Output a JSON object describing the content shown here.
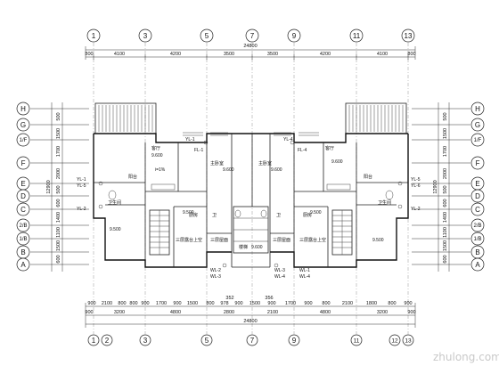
{
  "top_axes": [
    "1",
    "3",
    "5",
    "7",
    "9",
    "11",
    "13"
  ],
  "bottom_axes": [
    "1",
    "2",
    "3",
    "5",
    "7",
    "9",
    "11",
    "12",
    "13"
  ],
  "left_axes": [
    "H",
    "G",
    "1/F",
    "F",
    "E",
    "D",
    "C",
    "2/B",
    "1/B",
    "B",
    "A"
  ],
  "right_axes": [
    "H",
    "G",
    "1/F",
    "F",
    "E",
    "D",
    "C",
    "2/B",
    "1/B",
    "B",
    "A"
  ],
  "top_total": "24800",
  "top_segments": [
    "800",
    "4100",
    "4200",
    "3500",
    "3500",
    "4200",
    "4100",
    "800"
  ],
  "bottom_total": "24800",
  "bottom_row1": [
    "900",
    "2100",
    "800",
    "800",
    "900",
    "1700",
    "900",
    "1500",
    "800",
    "978",
    "900",
    "1500",
    "900",
    "1700",
    "900",
    "800",
    "2100",
    "1800",
    "800",
    "900"
  ],
  "bottom_row2": [
    "900",
    "3200",
    "4800",
    "2800",
    "2100",
    "4800",
    "3200",
    "900"
  ],
  "bottom_small_left": "352",
  "bottom_small_right": "356",
  "left_dims": [
    "500",
    "1500",
    "1700",
    "2000",
    "500",
    "600",
    "1400",
    "1100",
    "1500",
    "600"
  ],
  "right_dims": [
    "500",
    "1500",
    "1700",
    "2000",
    "500",
    "600",
    "1400",
    "1100",
    "1500",
    "600"
  ],
  "left_total": "12900",
  "right_total": "12900",
  "rooms": {
    "left_bedroom_label": "客厅",
    "left_bedroom_height": "9.600",
    "left_slope": "i=1%",
    "master_left_label": "主卧室",
    "master_left_height": "9.600",
    "master_right_label": "主卧室",
    "master_right_height": "9.600",
    "right_bedroom_label": "客厅",
    "right_bedroom_height": "9.600",
    "balcony_left": "阳台",
    "balcony_right": "阳台",
    "kitchen_left": "厨房",
    "kitchen_right": "厨房",
    "bath_left": "卫生间",
    "bath_right": "卫生间",
    "bath_left_height": "9.500",
    "bath_right_height": "9.500",
    "terrace_left": "三层露台上空",
    "terrace_right": "三层露台上空",
    "level_left_lower": "9.500",
    "level_right_lower": "9.500",
    "stair_left": "三层屋面",
    "stair_right": "三层屋面",
    "center_label": "楼梯",
    "center_height": "9.600",
    "wash_left": "卫",
    "wash_right": "卫"
  },
  "pipe_tags": {
    "tl1": "YL-1",
    "tl2": "FL-1",
    "tr1": "YL-4",
    "tr2": "FL-4",
    "left_a": "YL-1",
    "left_b": "YL-5",
    "left_c": "YL-2",
    "right_a": "YL-5",
    "right_b": "YL-6",
    "right_c": "YL-2",
    "bottom_l1": "WL-2",
    "bottom_l2": "WL-3",
    "bottom_r1": "WL-3",
    "bottom_r2": "WL-4",
    "bottom_c1": "WL-1",
    "bottom_c2": "WL-4"
  },
  "watermark": "zhulong.com"
}
